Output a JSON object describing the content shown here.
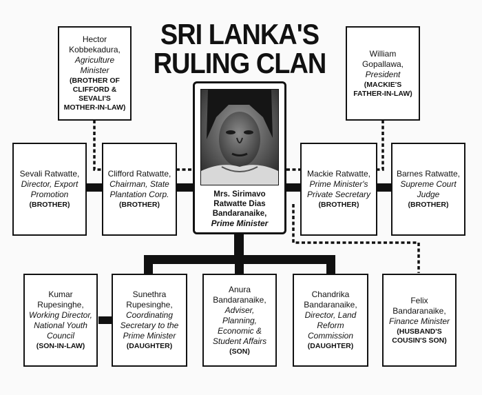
{
  "title": {
    "line1": "SRI LANKA'S",
    "line2": "RULING CLAN"
  },
  "pm": {
    "name": "Mrs. Sirimavo Ratwatte Dias Bandaranaike,",
    "role": "Prime Minister"
  },
  "people": {
    "hector": {
      "name": "Hector Kobbekadura,",
      "role": "Agriculture Minister",
      "rel": "(BROTHER OF CLIFFORD & SEVALI'S MOTHER-IN-LAW)"
    },
    "william": {
      "name": "William Gopallawa,",
      "role": "President",
      "rel": "(MACKIE'S FATHER-IN-LAW)"
    },
    "sevali": {
      "name": "Sevali Ratwatte,",
      "role": "Director, Export Promotion",
      "rel": "(BROTHER)"
    },
    "clifford": {
      "name": "Clifford Ratwatte,",
      "role": "Chairman, State Plantation Corp.",
      "rel": "(BROTHER)"
    },
    "mackie": {
      "name": "Mackie Ratwatte,",
      "role": "Prime Minister's Private Secretary",
      "rel": "(BROTHER)"
    },
    "barnes": {
      "name": "Barnes Ratwatte,",
      "role": "Supreme Court Judge",
      "rel": "(BROTHER)"
    },
    "kumar": {
      "name": "Kumar Rupesinghe,",
      "role": "Working Director, National Youth Council",
      "rel": "(SON-IN-LAW)"
    },
    "sunethra": {
      "name": "Sunethra Rupesinghe,",
      "role": "Coordinating Secretary to the Prime Minister",
      "rel": "(DAUGHTER)"
    },
    "anura": {
      "name": "Anura Bandaranaike,",
      "role": "Adviser, Planning, Economic & Student Affairs",
      "rel": "(SON)"
    },
    "chandrika": {
      "name": "Chandrika Bandaranaike,",
      "role": "Director, Land Reform Commission",
      "rel": "(DAUGHTER)"
    },
    "felix": {
      "name": "Felix Bandaranaike,",
      "role": "Finance Minister",
      "rel": "(HUSBAND'S COUSIN'S SON)"
    }
  }
}
